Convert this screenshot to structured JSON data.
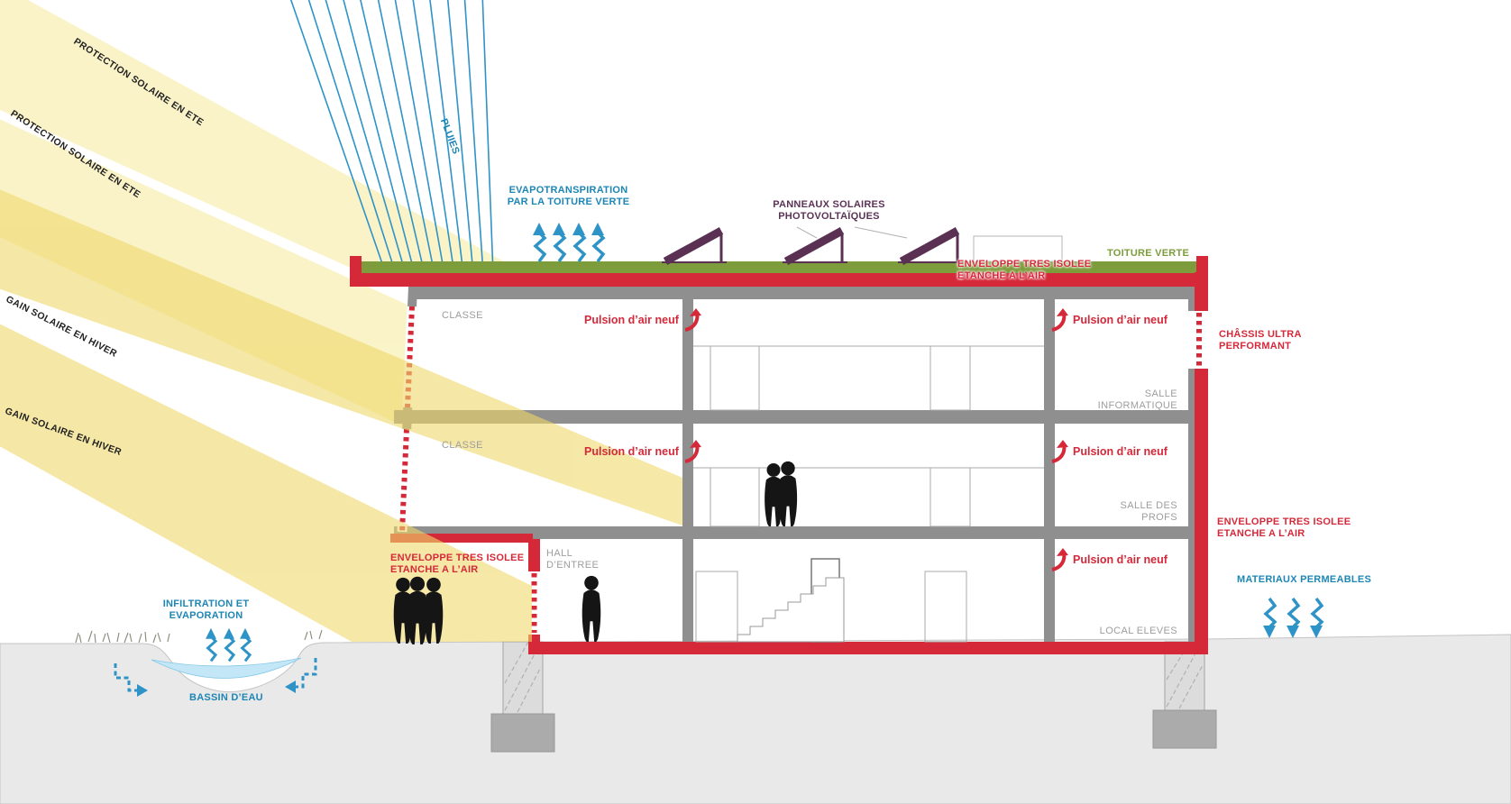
{
  "sun": {
    "protection1": "PROTECTION SOLAIRE EN ETE",
    "protection2": "PROTECTION SOLAIRE EN ETE",
    "gain1": "GAIN SOLAIRE EN HIVER",
    "gain2": "GAIN SOLAIRE EN HIVER"
  },
  "water": {
    "pluies": "PLUIES",
    "evapotranspiration": "EVAPOTRANSPIRATION\nPAR LA TOITURE VERTE",
    "infiltration": "INFILTRATION ET\nEVAPORATION",
    "bassin": "BASSIN D’EAU",
    "materiaux_permeables": "MATERIAUX PERMEABLES"
  },
  "roof": {
    "panneaux_solaires": "PANNEAUX SOLAIRES\nPHOTOVOLTAÏQUES",
    "toiture_verte": "TOITURE VERTE"
  },
  "envelope": {
    "top": "ENVELOPPE TRES ISOLEE\nETANCHE A L’AIR",
    "left": "ENVELOPPE TRES ISOLEE\nETANCHE A L’AIR",
    "right": "ENVELOPPE TRES ISOLEE\nETANCHE A L’AIR",
    "chassis": "CHÂSSIS ULTRA\nPERFORMANT"
  },
  "ventilation": {
    "pulsion": "Pulsion d’air neuf"
  },
  "rooms": {
    "classe1": "CLASSE",
    "classe2": "CLASSE",
    "salle_informatique": "SALLE\nINFORMATIQUE",
    "salle_des_profs": "SALLE DES\nPROFS",
    "hall_entree": "HALL\nD’ENTREE",
    "local_eleves": "LOCAL ELEVES"
  },
  "colors": {
    "envelope_red": "#d5293a",
    "green_roof": "#7d9c3c",
    "solar_panel_purple": "#5a3153",
    "water_blue": "#2e93c6",
    "sun_yellow_light": "#f9f1bb",
    "sun_yellow_dark": "#f0d86a",
    "structure_gray": "#8f8f8f",
    "room_label_gray": "#9d9d9d"
  }
}
